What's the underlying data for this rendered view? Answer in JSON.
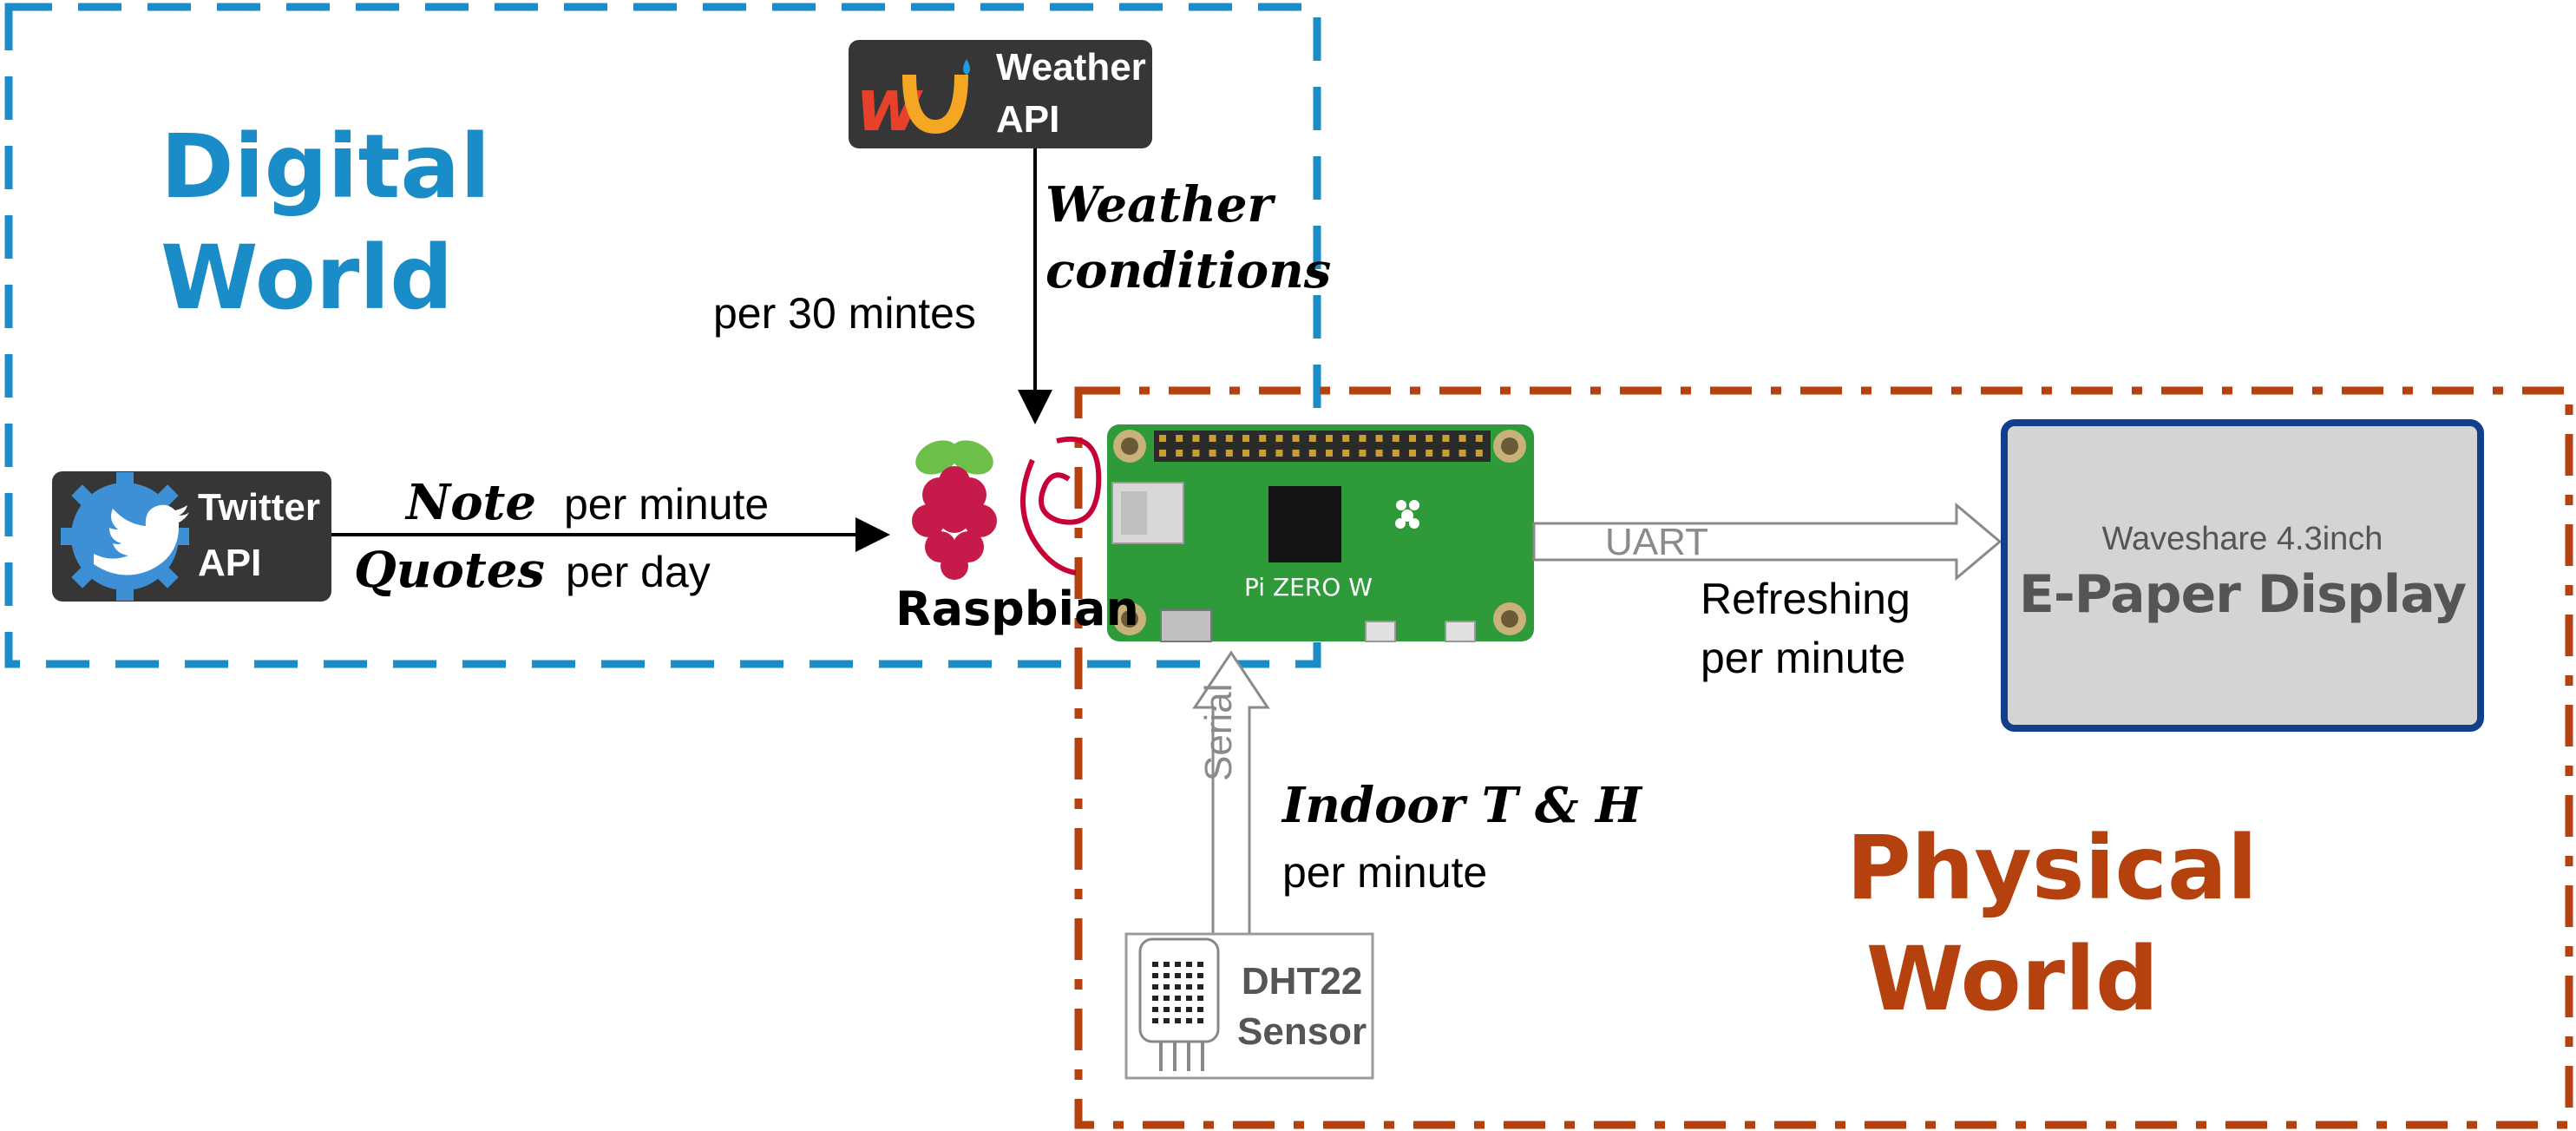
{
  "colors": {
    "digital": "#1a8cc8",
    "physical": "#b5410f",
    "board": "#2e9a3a",
    "api_box": "#363636",
    "epaper_fill": "#d4d4d4",
    "epaper_border": "#123f8c",
    "gray_arrow": "#8a8a8a"
  },
  "digital_world": {
    "line1": "Digital",
    "line2": "World"
  },
  "physical_world": {
    "line1": "Physical",
    "line2": "World"
  },
  "weather_api": {
    "line1": "Weather",
    "line2": "API",
    "icon": "wu-logo-icon"
  },
  "twitter_api": {
    "line1": "Twitter",
    "line2": "API",
    "icon": "twitter-bird-gear-icon"
  },
  "weather_flow": {
    "label_line1": "Weather",
    "label_line2": "conditions",
    "frequency": "per 30 mintes"
  },
  "twitter_flow": {
    "note": "Note",
    "note_frequency": "per minute",
    "quotes": "Quotes",
    "quotes_frequency": "per day"
  },
  "os": {
    "name": "Raspbian",
    "icons": [
      "raspberry-pi-icon",
      "debian-swirl-icon"
    ]
  },
  "board": {
    "name": "Pi ZERO W"
  },
  "uart_link": {
    "protocol": "UART",
    "line1": "Refreshing",
    "line2": "per minute"
  },
  "epaper": {
    "brand": "Waveshare 4.3inch",
    "name": "E-Paper Display"
  },
  "serial_link": {
    "protocol": "Serial",
    "label": "Indoor T & H",
    "frequency": "per minute"
  },
  "sensor": {
    "line1": "DHT22",
    "line2": "Sensor"
  }
}
